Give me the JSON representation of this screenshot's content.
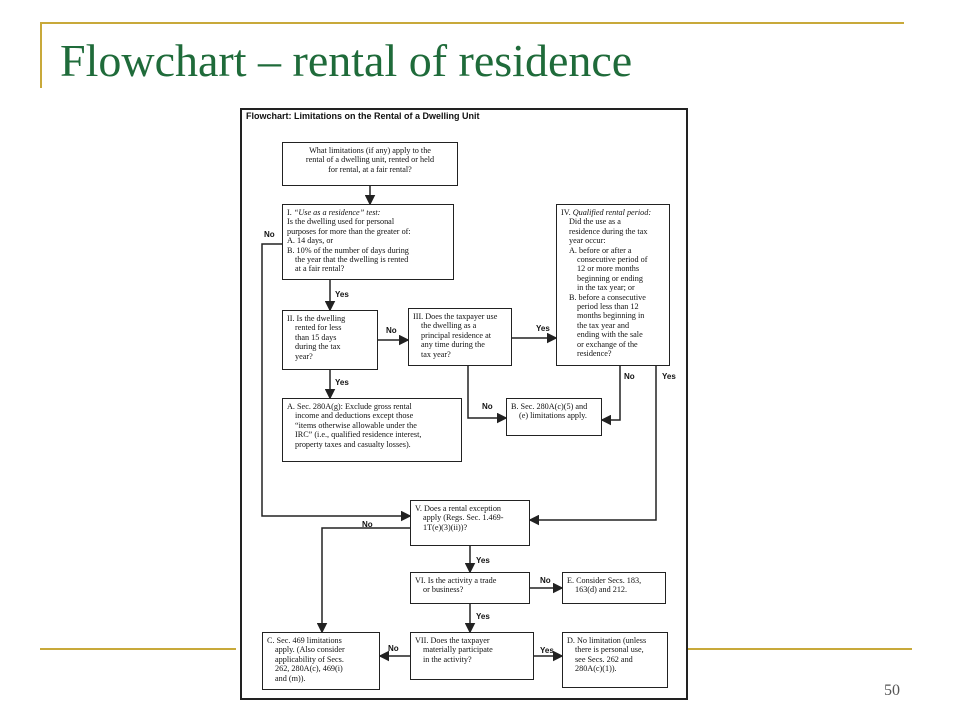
{
  "slide": {
    "title": "Flowchart – rental of residence",
    "page_number": "50"
  },
  "flowchart": {
    "header": "Flowchart: Limitations on the Rental of a Dwelling Unit",
    "nodes": {
      "start": [
        "What limitations (if any) apply to the",
        "rental of a dwelling unit, rented or held",
        "for rental, at a fair rental?"
      ],
      "q1": {
        "num": "I.",
        "heading": "“Use as a residence” test:",
        "lines": [
          "Is the dwelling used for personal",
          "purposes for more than the greater of:",
          "A. 14 days, or",
          "B. 10% of the number of days during",
          "the year that the dwelling is rented",
          "at a fair rental?"
        ]
      },
      "q2": [
        "II. Is the dwelling",
        "rented for less",
        "than 15 days",
        "during the tax",
        "year?"
      ],
      "q3": [
        "III. Does the taxpayer use",
        "the dwelling as a",
        "principal residence at",
        "any time during the",
        "tax year?"
      ],
      "q4": {
        "num": "IV.",
        "heading": "Qualified rental period:",
        "lines": [
          "Did the use as a",
          "residence during the tax",
          "year occur:",
          "A. before or after a",
          "consecutive period of",
          "12 or more months",
          "beginning or ending",
          "in the tax year; or",
          "B. before a consecutive",
          "period less than 12",
          "months beginning in",
          "the tax year and",
          "ending with the sale",
          "or exchange of the",
          "residence?"
        ]
      },
      "a": [
        "A. Sec. 280A(g): Exclude gross rental",
        "income and deductions except those",
        "“items otherwise allowable under the",
        "IRC” (i.e., qualified residence interest,",
        "property taxes and casualty losses)."
      ],
      "b": [
        "B. Sec. 280A(c)(5) and",
        "(e) limitations apply."
      ],
      "q5": [
        "V. Does a rental exception",
        "apply (Regs. Sec. 1.469-",
        "1T(e)(3)(ii))?"
      ],
      "q6": [
        "VI. Is the activity a trade",
        "or business?"
      ],
      "e": [
        "E. Consider Secs. 183,",
        "163(d) and 212."
      ],
      "c": [
        "C. Sec. 469 limitations",
        "apply. (Also consider",
        "applicability of Secs.",
        "262, 280A(c), 469(i)",
        "and (m))."
      ],
      "q7": [
        "VII. Does the taxpayer",
        "materially participate",
        "in the activity?"
      ],
      "d": [
        "D. No limitation (unless",
        "there is personal use,",
        "see Secs. 262 and",
        "280A(c)(1))."
      ]
    },
    "edge_labels": {
      "q1_no": "No",
      "q1_yes": "Yes",
      "q2_no": "No",
      "q2_yes": "Yes",
      "q3_yes": "Yes",
      "q3_no": "No",
      "q4_no": "No",
      "q4_yes": "Yes",
      "q5_no": "No",
      "q5_yes": "Yes",
      "q6_no": "No",
      "q6_yes": "Yes",
      "q7_no": "No",
      "q7_yes": "Yes"
    }
  },
  "colors": {
    "title": "#1f6b3a",
    "rule": "#c8a93a"
  }
}
